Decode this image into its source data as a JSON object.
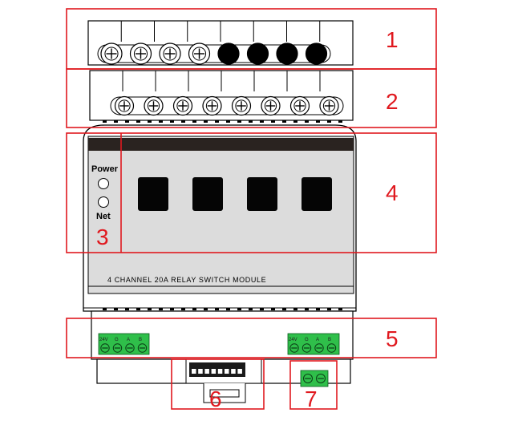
{
  "device": {
    "power_label": "Power",
    "net_label": "Net",
    "model_label": "4  CHANNEL 20A  RELAY SWITCH MODULE",
    "left_terminal_labels": [
      "24V",
      "G",
      "A",
      "B"
    ],
    "right_terminal_labels": [
      "24V",
      "G",
      "A",
      "B"
    ],
    "top_row_filled_screws": [
      false,
      false,
      false,
      false,
      true,
      true,
      true,
      true
    ]
  },
  "callouts": [
    {
      "id": "1",
      "label": "1"
    },
    {
      "id": "2",
      "label": "2"
    },
    {
      "id": "3",
      "label": "3"
    },
    {
      "id": "4",
      "label": "4"
    },
    {
      "id": "5",
      "label": "5"
    },
    {
      "id": "6",
      "label": "6"
    },
    {
      "id": "7",
      "label": "7"
    }
  ],
  "colors": {
    "callout_red": "#e0191f",
    "terminal_green": "#2fbf4a",
    "panel_gray": "#dcdcdc",
    "stripe_dark": "#2a2320"
  }
}
